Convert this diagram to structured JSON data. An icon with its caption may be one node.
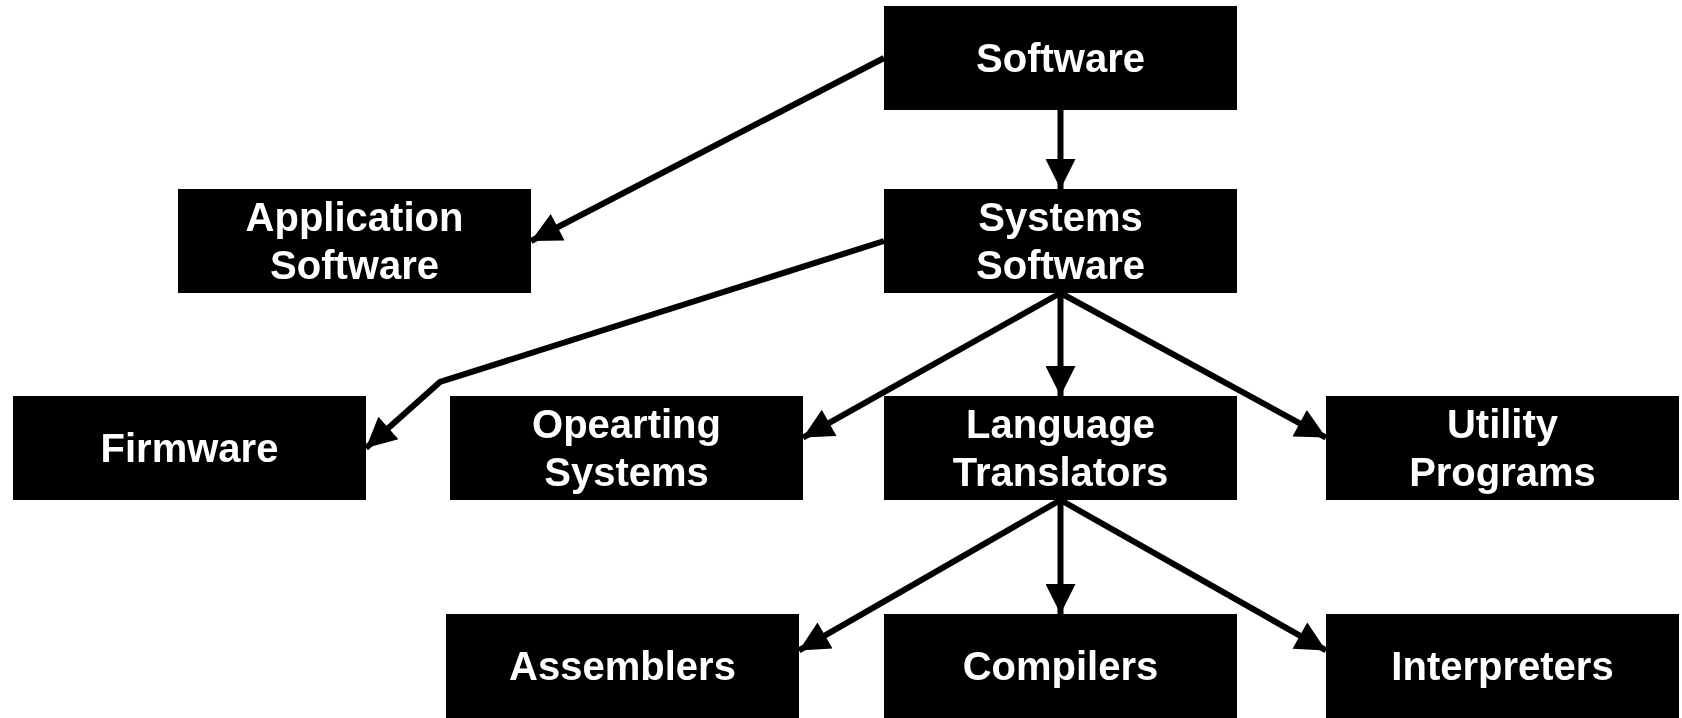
{
  "diagram": {
    "nodes": [
      {
        "text": [
          "Software"
        ]
      },
      {
        "text": [
          "Application Software"
        ]
      },
      {
        "text": [
          "Systems Software"
        ]
      },
      {
        "text": [
          "Firmware"
        ]
      },
      {
        "text": [
          "Opearting Systems"
        ]
      },
      {
        "text": [
          "Language Translators"
        ]
      },
      {
        "text": [
          "Utility Programs"
        ]
      },
      {
        "text": [
          "Assemblers"
        ]
      },
      {
        "text": [
          "Compilers"
        ]
      },
      {
        "text": [
          "Interpreters"
        ]
      }
    ],
    "edges": [
      {
        "from": 0,
        "to": 1,
        "arrow": "to"
      },
      {
        "from": 0,
        "to": 2,
        "arrow": "to"
      },
      {
        "from": 2,
        "to": 3,
        "arrow": "to"
      },
      {
        "from": 2,
        "to": 4,
        "arrow": "to"
      },
      {
        "from": 2,
        "to": 5,
        "arrow": "to"
      },
      {
        "from": 2,
        "to": 6,
        "arrow": "to"
      },
      {
        "from": 5,
        "to": 7,
        "arrow": "to"
      },
      {
        "from": 5,
        "to": 8,
        "arrow": "to"
      },
      {
        "from": 5,
        "to": 9,
        "arrow": "to"
      }
    ]
  }
}
